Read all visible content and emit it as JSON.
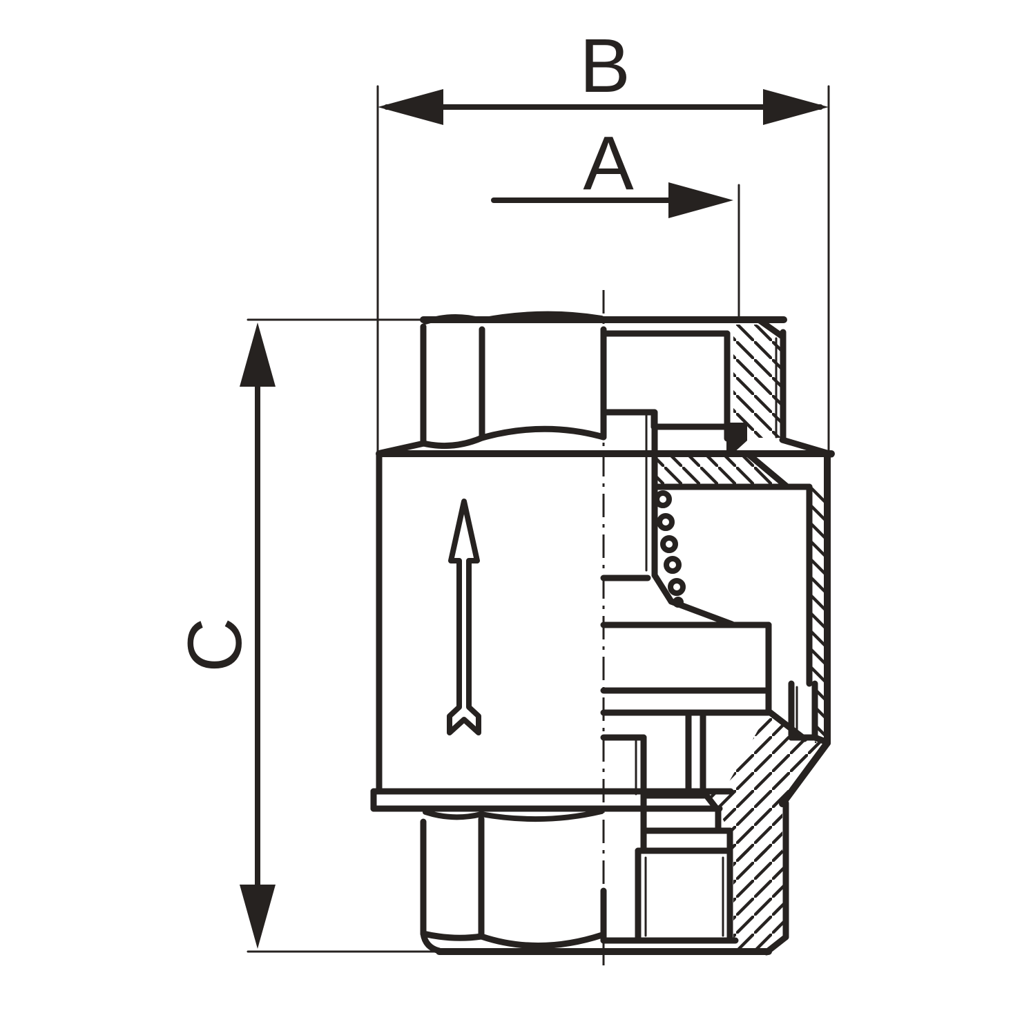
{
  "drawing": {
    "title": "check-valve cross-section technical drawing",
    "view": "half section, vertical inline check valve",
    "flow_direction": "up",
    "colors": {
      "ink": "#262220",
      "background": "#ffffff"
    },
    "labels": {
      "width_overall": "B",
      "width_partial": "A",
      "height_overall": "C"
    }
  }
}
